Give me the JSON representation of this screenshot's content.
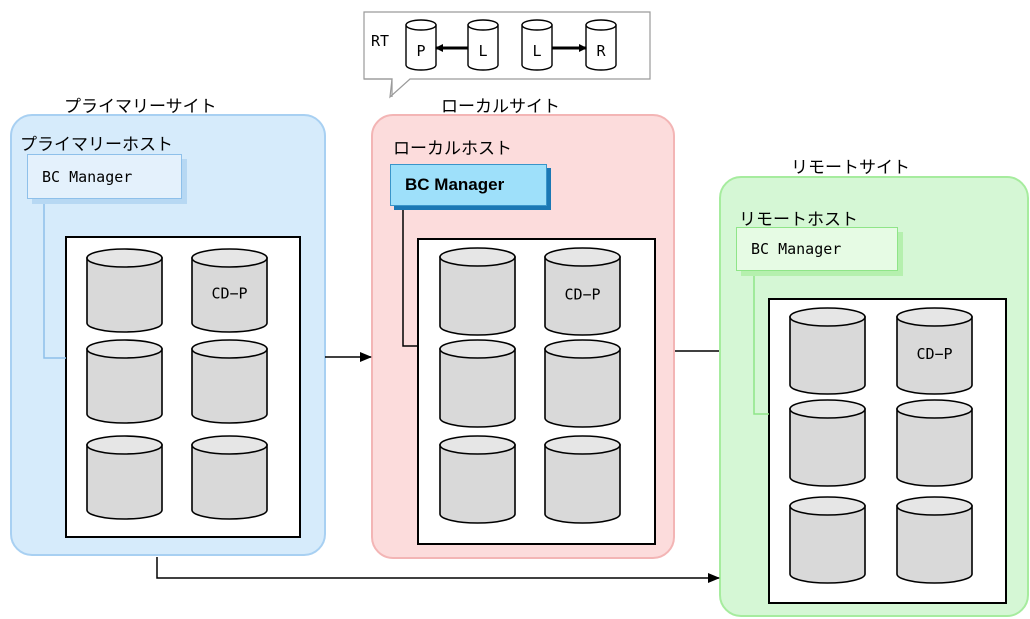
{
  "legend": {
    "label": "RT",
    "volumes": [
      "P",
      "L",
      "L",
      "R"
    ]
  },
  "sites": {
    "primary": {
      "site_label": "プライマリーサイト",
      "host_label": "プライマリーホスト",
      "bc_manager": "BC Manager",
      "cd_label": "CD−P",
      "color": "#d6ebfb"
    },
    "local": {
      "site_label": "ローカルサイト",
      "host_label": "ローカルホスト",
      "bc_manager": "BC Manager",
      "cd_label": "CD−P",
      "color": "#fcdcdc"
    },
    "remote": {
      "site_label": "リモートサイト",
      "host_label": "リモートホスト",
      "bc_manager": "BC Manager",
      "cd_label": "CD−P",
      "color": "#d5f7d5"
    }
  }
}
